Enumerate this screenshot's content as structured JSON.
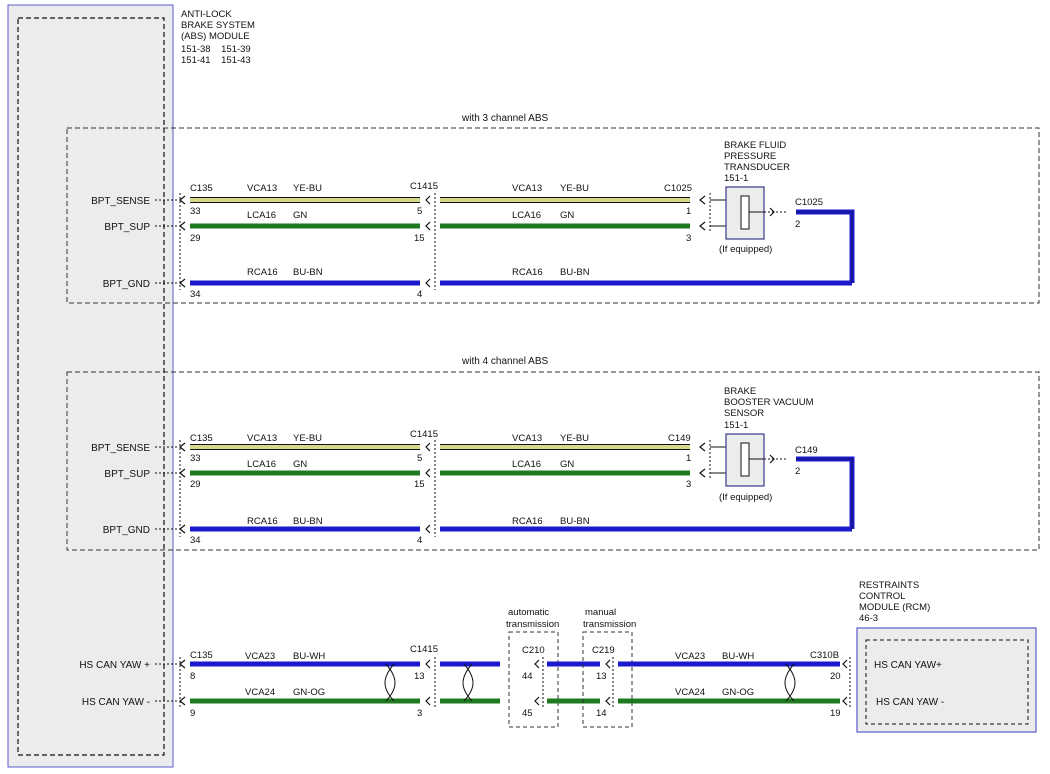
{
  "colors": {
    "ye_bu": "#d8d88a",
    "gn": "#1f7a1f",
    "bu": "#1a1acc",
    "module_fill": "#ececec",
    "module_border": "#5a5ad0"
  },
  "abs_module": {
    "title_lines": [
      "ANTI-LOCK",
      "BRAKE SYSTEM",
      "(ABS) MODULE",
      "151-38    151-39",
      "151-41    151-43"
    ]
  },
  "sections": [
    {
      "label": "with 3 channel ABS",
      "component": {
        "title_lines": [
          "BRAKE FLUID",
          "PRESSURE",
          "TRANSDUCER",
          "151-1"
        ],
        "note": "(If equipped)",
        "connector": "C1025",
        "pin": "2"
      },
      "left_connector": "C135",
      "mid_connector": "C1415",
      "right_connector": "C1025",
      "wires": [
        {
          "signal": "BPT_SENSE",
          "circuit": "VCA13",
          "color_code": "YE-BU",
          "color": "ye_bu",
          "pin_left": "33",
          "pin_mid": "5",
          "pin_right": "1"
        },
        {
          "signal": "BPT_SUP",
          "circuit": "LCA16",
          "color_code": "GN",
          "color": "gn",
          "pin_left": "29",
          "pin_mid": "15",
          "pin_right": "3"
        },
        {
          "signal": "BPT_GND",
          "circuit": "RCA16",
          "color_code": "BU-BN",
          "color": "bu",
          "pin_left": "34",
          "pin_mid": "4",
          "pin_right": ""
        }
      ]
    },
    {
      "label": "with 4 channel ABS",
      "component": {
        "title_lines": [
          "BRAKE",
          "BOOSTER VACUUM",
          "SENSOR",
          "151-1"
        ],
        "note": "(If equipped)",
        "connector": "C149",
        "pin": "2"
      },
      "left_connector": "C135",
      "mid_connector": "C1415",
      "right_connector": "C149",
      "wires": [
        {
          "signal": "BPT_SENSE",
          "circuit": "VCA13",
          "color_code": "YE-BU",
          "color": "ye_bu",
          "pin_left": "33",
          "pin_mid": "5",
          "pin_right": "1"
        },
        {
          "signal": "BPT_SUP",
          "circuit": "LCA16",
          "color_code": "GN",
          "color": "gn",
          "pin_left": "29",
          "pin_mid": "15",
          "pin_right": "3"
        },
        {
          "signal": "BPT_GND",
          "circuit": "RCA16",
          "color_code": "BU-BN",
          "color": "bu",
          "pin_left": "34",
          "pin_mid": "4",
          "pin_right": ""
        }
      ]
    }
  ],
  "can_section": {
    "left_connector": "C135",
    "mid_connector": "C1415",
    "auto_trans_label": [
      "automatic",
      "transmission"
    ],
    "manual_trans_label": [
      "manual",
      "transmission"
    ],
    "c210": "C210",
    "c219": "C219",
    "right_connector": "C310B",
    "rcm_title": [
      "RESTRAINTS",
      "CONTROL",
      "MODULE (RCM)",
      "46-3"
    ],
    "wires": [
      {
        "signal": "HS CAN YAW +",
        "circuit": "VCA23",
        "color_code": "BU-WH",
        "color": "bu",
        "pin_left": "8",
        "pin_mid": "13",
        "pin_c210": "44",
        "pin_c219": "13",
        "pin_right": "20",
        "rcm_signal": "HS CAN YAW+"
      },
      {
        "signal": "HS CAN YAW -",
        "circuit": "VCA24",
        "color_code": "GN-OG",
        "color": "gn",
        "pin_left": "9",
        "pin_mid": "3",
        "pin_c210": "45",
        "pin_c219": "14",
        "pin_right": "19",
        "rcm_signal": "HS CAN YAW -"
      }
    ]
  }
}
